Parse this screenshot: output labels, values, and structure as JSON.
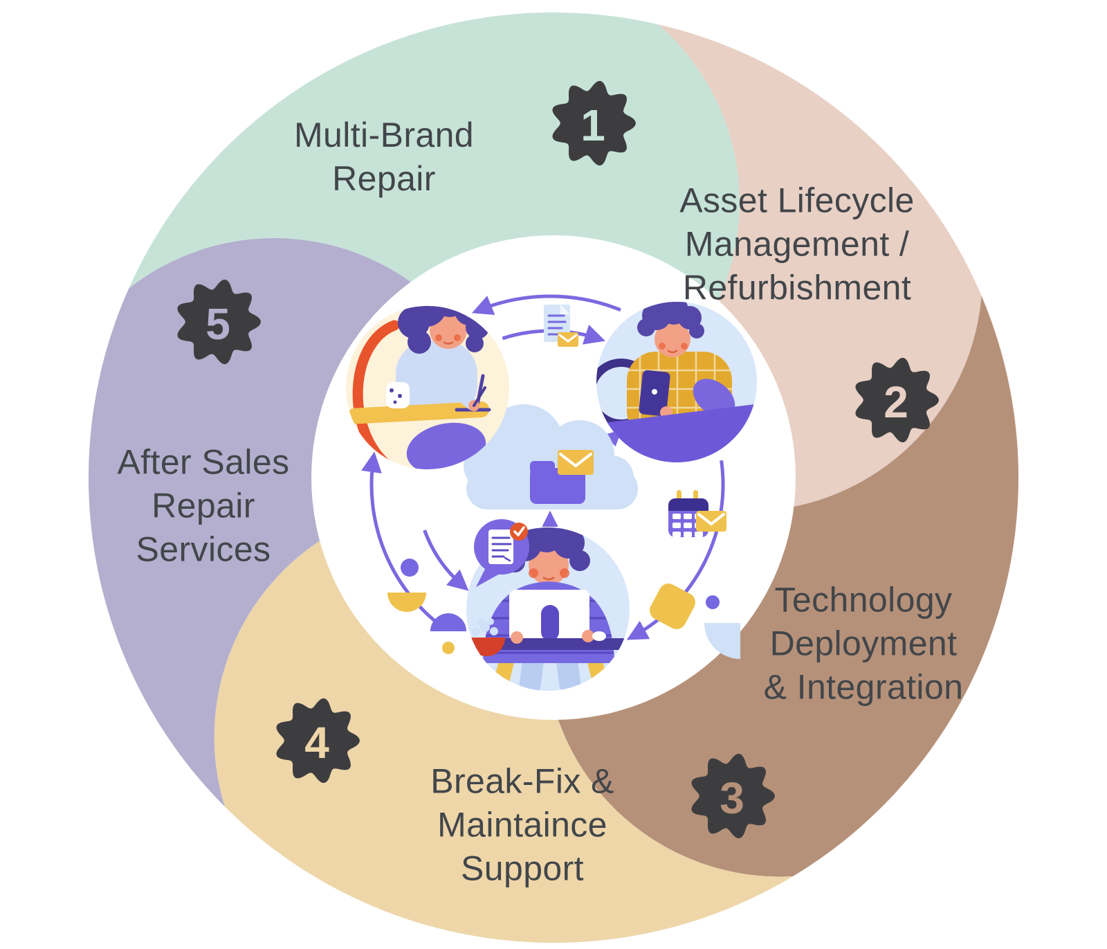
{
  "diagram": {
    "sections": [
      {
        "number": "1",
        "lines": [
          "Multi-Brand",
          "Repair"
        ],
        "color": "#c7e3d8"
      },
      {
        "number": "2",
        "lines": [
          "Asset Lifecycle",
          "Management /",
          "Refurbishment"
        ],
        "color": "#e8d0c5"
      },
      {
        "number": "3",
        "lines": [
          "Technology",
          "Deployment",
          "& Integration"
        ],
        "color": "#b69179"
      },
      {
        "number": "4",
        "lines": [
          "Break-Fix &",
          "Maintaince",
          "Support"
        ],
        "color": "#eed6a9"
      },
      {
        "number": "5",
        "lines": [
          "After Sales",
          "Repair",
          "Services"
        ],
        "color": "#b4afce"
      }
    ],
    "badge_color": "#3d3d3f",
    "label_color": "#42464a",
    "arrow_color": "#7b68e0",
    "center_icons": [
      "cloud-storage",
      "folder",
      "mail-envelope",
      "document",
      "calendar",
      "approved-document",
      "speech-bubble",
      "woman-writing-at-desk",
      "man-holding-tablet",
      "person-at-computer",
      "cycle-arrows"
    ]
  }
}
